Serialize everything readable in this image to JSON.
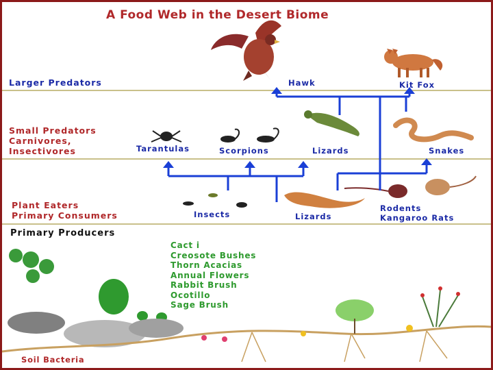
{
  "title": "A Food Web in the Desert Biome",
  "levels": {
    "larger_predators": "Larger   Predators",
    "small_predators": [
      "Small Predators",
      "Carnivores,",
      "Insectivores"
    ],
    "plant_eaters": [
      "Plant Eaters",
      "Primary Consumers"
    ],
    "primary_producers": "Primary Producers"
  },
  "organisms": {
    "hawk": "Hawk",
    "kit_fox": "Kit Fox",
    "tarantulas": "Tarantulas",
    "scorpions": "Scorpions",
    "lizards_upper": "Lizards",
    "snakes": "Snakes",
    "insects": "Insects",
    "lizards_lower": "Lizards",
    "rodents": [
      "Rodents",
      "Kangaroo  Rats"
    ]
  },
  "producers": [
    "Cact i",
    "Creosote Bushes",
    "Thorn Acacias",
    "Annual Flowers",
    "Rabbit Brush",
    "Ocotillo",
    "Sage Brush"
  ],
  "soil_label": "Soil Bacteria",
  "colors": {
    "title": "#b0282a",
    "arrow": "#1a3fd6",
    "label_blue": "#1b2aa6",
    "producer_green": "#2e9a2e",
    "band_line": "#c9c08a",
    "border": "#8b1a1a"
  }
}
